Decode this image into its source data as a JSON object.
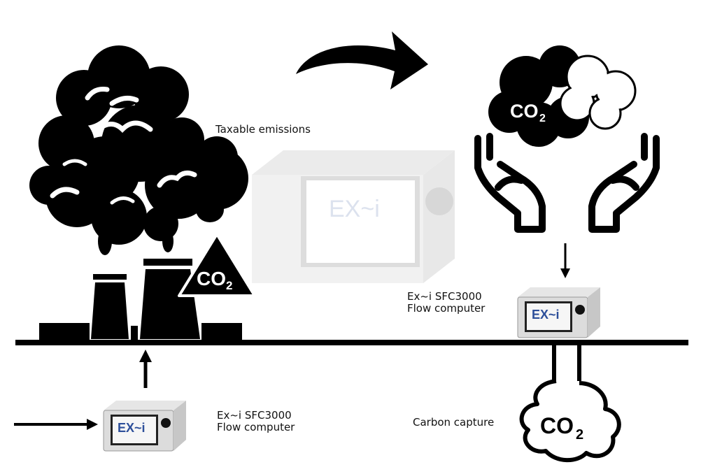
{
  "labels": {
    "taxable": "Taxable emissions",
    "device_bottom_line1": "Ex~i SFC3000",
    "device_bottom_line2": "Flow computer",
    "device_right_line1": "Ex~i SFC3000",
    "device_right_line2": "Flow computer",
    "carbon_capture": "Carbon capture"
  },
  "co2": {
    "triangle": "CO",
    "triangle_sub": "2",
    "cloud_top": "CO",
    "cloud_top_sub": "2",
    "cloud_bottom": "CO",
    "cloud_bottom_sub": "2"
  },
  "device": {
    "logo": "EX~i",
    "brand": "Ex~i"
  },
  "colors": {
    "ink": "#000000",
    "background": "#ffffff",
    "device_body": "#d9d9d9",
    "device_screen": "#ffffff",
    "device_logo": "#2d4f9a"
  },
  "icons": [
    "smoke-cloud-icon",
    "factory-icon",
    "co2-warning-icon",
    "curved-arrow-icon",
    "co2-cloud-icon",
    "hands-icon",
    "flow-computer-icon",
    "underground-co2-icon"
  ]
}
